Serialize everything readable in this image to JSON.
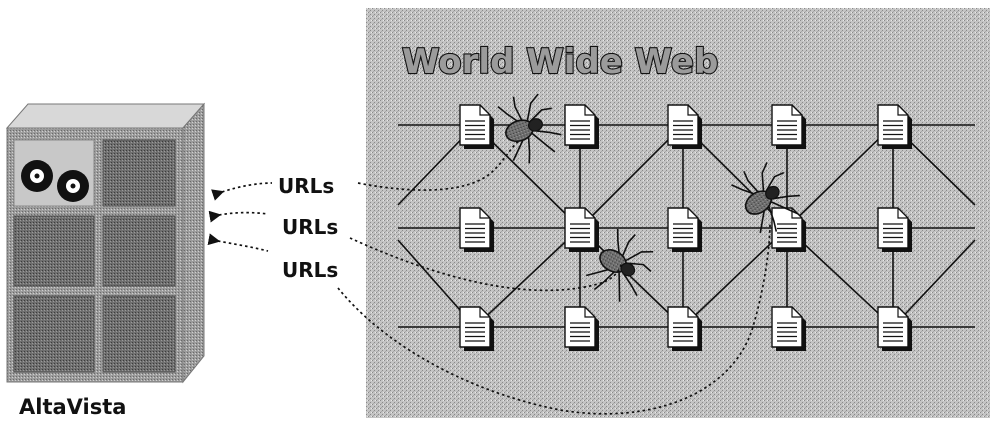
{
  "diagram": {
    "web_title": "World Wide Web",
    "server_label": "AltaVista",
    "url_labels": [
      "URLs",
      "URLs",
      "URLs"
    ],
    "node_icon": "document-icon",
    "crawler_icon": "spider-icon",
    "server_icon": "server-tower-icon",
    "colors": {
      "panel": "#bdbdbd",
      "line": "#111111",
      "document": "#ffffff"
    }
  }
}
